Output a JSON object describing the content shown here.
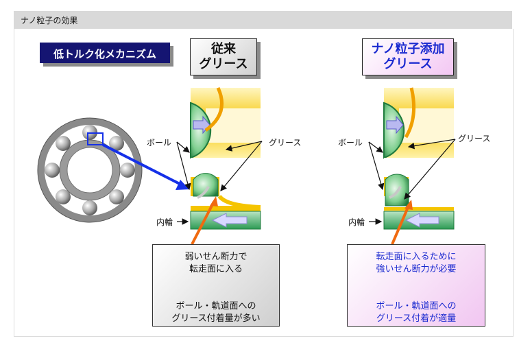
{
  "header": {
    "title": "ナノ粒子の効果"
  },
  "mechanism_title": "低トルク化メカニズム",
  "conventional": {
    "label_line1": "従来",
    "label_line2": "グリース",
    "ball_label": "ボール",
    "grease_label": "グリース",
    "inner_ring_label": "内輪",
    "note_line1": "弱いせん断力で",
    "note_line2": "転走面に入る",
    "result_line1": "ボール・軌道面への",
    "result_line2": "グリース付着量が多い"
  },
  "nano": {
    "label_line1": "ナノ粒子添加",
    "label_line2": "グリース",
    "ball_label": "ボール",
    "grease_label": "グリース",
    "inner_ring_label": "内輪",
    "note_line1": "転走面に入るために",
    "note_line2": "強いせん断力が必要",
    "result_line1": "ボール・軌道面への",
    "result_line2": "グリース付着が適量"
  },
  "colors": {
    "title_bg": "#151572",
    "grease": "#f5c400",
    "ball_green": "#2e9b55",
    "arrow_blue": "#1530e8",
    "arrow_orange": "#f06a10",
    "nano_text": "#1a2ad0"
  }
}
